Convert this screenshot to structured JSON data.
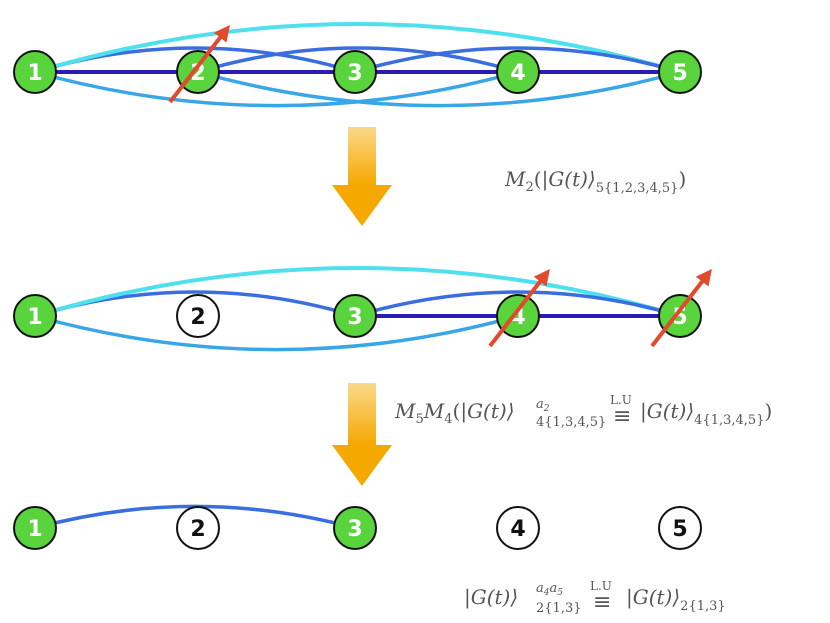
{
  "colors": {
    "node_green": "#5ad43c",
    "node_stroke": "#111111",
    "edge_cyan": "#4fe0ee",
    "edge_light_blue": "#39a6e8",
    "edge_mid_blue": "#3a6ee0",
    "edge_dark_blue": "#2a1bb5",
    "arrow_red": "#e14a2a",
    "step_arrow": "#f5b21e"
  },
  "icons": {
    "measurement_arrow": "red-diagonal-arrow",
    "step_arrow": "orange-down-arrow"
  },
  "nodes": [
    "1",
    "2",
    "3",
    "4",
    "5"
  ],
  "stages": [
    {
      "active": [
        1,
        2,
        3,
        4,
        5
      ],
      "measured": [
        2
      ],
      "edges": [
        [
          1,
          2
        ],
        [
          1,
          3
        ],
        [
          1,
          4
        ],
        [
          1,
          5
        ],
        [
          2,
          3
        ],
        [
          2,
          4
        ],
        [
          2,
          5
        ],
        [
          3,
          4
        ],
        [
          3,
          5
        ],
        [
          4,
          5
        ]
      ]
    },
    {
      "active": [
        1,
        3,
        4,
        5
      ],
      "measured": [
        4,
        5
      ],
      "edges": [
        [
          1,
          3
        ],
        [
          1,
          4
        ],
        [
          1,
          5
        ],
        [
          3,
          4
        ],
        [
          3,
          5
        ],
        [
          4,
          5
        ]
      ]
    },
    {
      "active": [
        1,
        3
      ],
      "measured": [],
      "edges": [
        [
          1,
          3
        ]
      ]
    }
  ],
  "annotations": {
    "step1": {
      "op": "M",
      "op_sub": "2",
      "ket": "|G(t)⟩",
      "ket_sub": "5{1,2,3,4,5}"
    },
    "step2": {
      "op1": "M",
      "op1_sub": "5",
      "op2": "M",
      "op2_sub": "4",
      "lhs_ket": "|G(t)⟩",
      "lhs_sup": "a",
      "lhs_sup_sub": "2",
      "lhs_sub": "4{1,3,4,5}",
      "equiv": "≡",
      "equiv_label": "L.U",
      "rhs_ket": "|G(t)⟩",
      "rhs_sub": "4{1,3,4,5}"
    },
    "final": {
      "lhs_ket": "|G(t)⟩",
      "lhs_sup_a": "a",
      "lhs_sup_a_sub": "4",
      "lhs_sup_b": "a",
      "lhs_sup_b_sub": "5",
      "lhs_sub": "2{1,3}",
      "equiv": "≡",
      "equiv_label": "L.U",
      "rhs_ket": "|G(t)⟩",
      "rhs_sub": "2{1,3}"
    }
  }
}
